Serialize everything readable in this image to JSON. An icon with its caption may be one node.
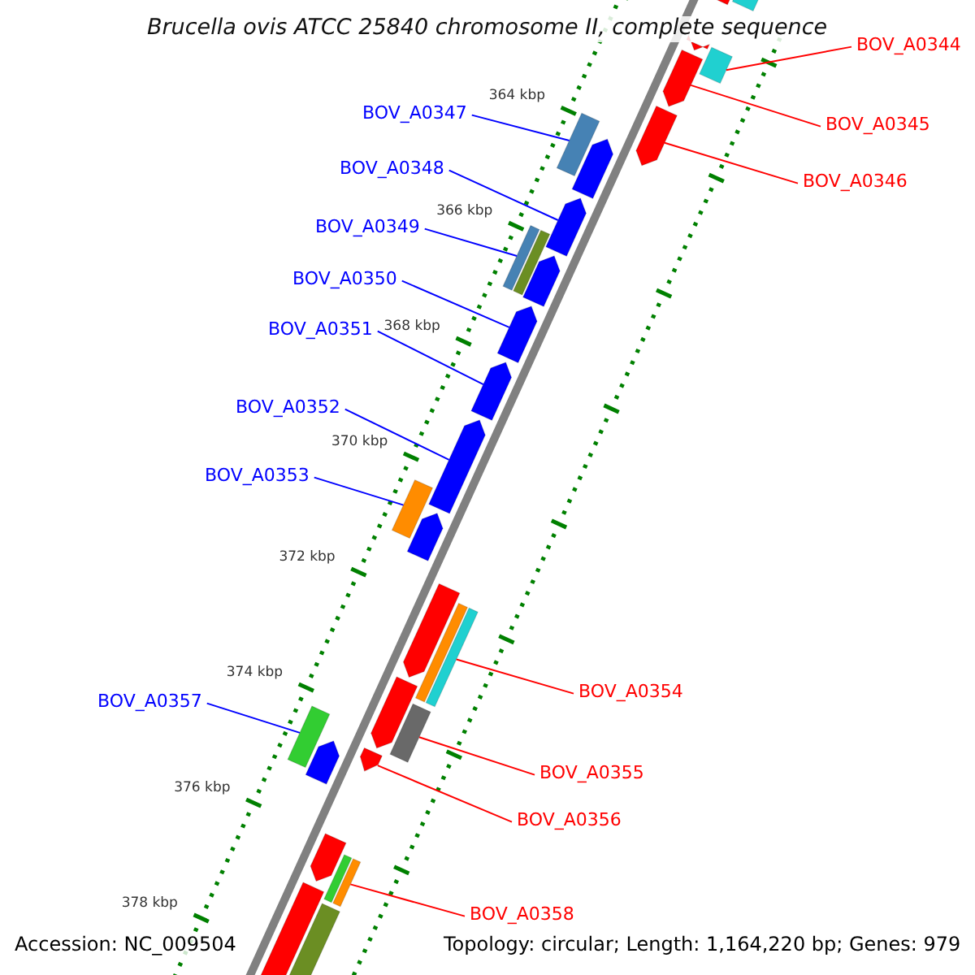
{
  "diagram": {
    "title": "Brucella ovis ATCC 25840 chromosome II, complete sequence",
    "nodes": [
      {
        "text": [
          "BOV_A0344"
        ]
      },
      {
        "text": [
          "BOV_A0347"
        ]
      },
      {
        "text": [
          "BOV_A0345"
        ]
      },
      {
        "text": [
          "BOV_A0348"
        ]
      },
      {
        "text": [
          "BOV_A0346"
        ]
      },
      {
        "text": [
          "BOV_A0349"
        ]
      },
      {
        "text": [
          "BOV_A0350"
        ]
      },
      {
        "text": [
          "BOV_A0351"
        ]
      },
      {
        "text": [
          "BOV_A0352"
        ]
      },
      {
        "text": [
          "BOV_A0353"
        ]
      },
      {
        "text": [
          "BOV_A0354"
        ]
      },
      {
        "text": [
          "BOV_A0357"
        ]
      },
      {
        "text": [
          "BOV_A0355"
        ]
      },
      {
        "text": [
          "BOV_A0356"
        ]
      },
      {
        "text": [
          "BOV_A0358"
        ]
      },
      {
        "text": [],
        "shape": "box"
      },
      {
        "text": [],
        "shape": "arrow"
      },
      {
        "text": [],
        "shape": "arrow"
      },
      {
        "text": [],
        "shape": "box"
      },
      {
        "text": [],
        "shape": "arrow"
      },
      {
        "text": [],
        "shape": "box"
      },
      {
        "text": [],
        "shape": "arrow"
      },
      {
        "text": [],
        "shape": "arrow"
      },
      {
        "text": [],
        "shape": "arrow"
      },
      {
        "text": [],
        "shape": "box"
      },
      {
        "text": [],
        "shape": "box"
      },
      {
        "text": [],
        "shape": "box"
      },
      {
        "text": [],
        "shape": "arrow"
      },
      {
        "text": [],
        "shape": "box"
      },
      {
        "text": [],
        "shape": "box"
      }
    ],
    "edges": [
      {
        "from": 0,
        "to": 15,
        "arrow": "none",
        "color": "#ff0000"
      },
      {
        "from": 1,
        "to": 18,
        "arrow": "none"
      },
      {
        "from": 2,
        "to": 16,
        "arrow": "none",
        "color": "#ff0000"
      },
      {
        "from": 3,
        "to": 19,
        "arrow": "none"
      },
      {
        "from": 4,
        "to": 17,
        "arrow": "none",
        "color": "#ff0000"
      },
      {
        "from": 5,
        "to": 20,
        "arrow": "none"
      },
      {
        "from": 6,
        "to": 21,
        "arrow": "none"
      },
      {
        "from": 7,
        "to": 22,
        "arrow": "none"
      },
      {
        "from": 8,
        "to": 23,
        "arrow": "none"
      },
      {
        "from": 9,
        "to": 24,
        "arrow": "none"
      },
      {
        "from": 10,
        "to": 25,
        "arrow": "none",
        "color": "#ff0000"
      },
      {
        "from": 11,
        "to": 28,
        "arrow": "none"
      },
      {
        "from": 12,
        "to": 26,
        "arrow": "none",
        "color": "#ff0000"
      },
      {
        "from": 13,
        "to": 27,
        "arrow": "none",
        "color": "#ff0000"
      },
      {
        "from": 14,
        "to": 29,
        "arrow": "none",
        "color": "#ff0000"
      }
    ],
    "labels": [
      "364 kbp",
      "366 kbp",
      "368 kbp",
      "370 kbp",
      "372 kbp",
      "374 kbp",
      "376 kbp",
      "378 kbp",
      "Accession: NC_009504",
      "Topology: circular; Length: 1,164,220 bp; Genes: 979"
    ]
  }
}
